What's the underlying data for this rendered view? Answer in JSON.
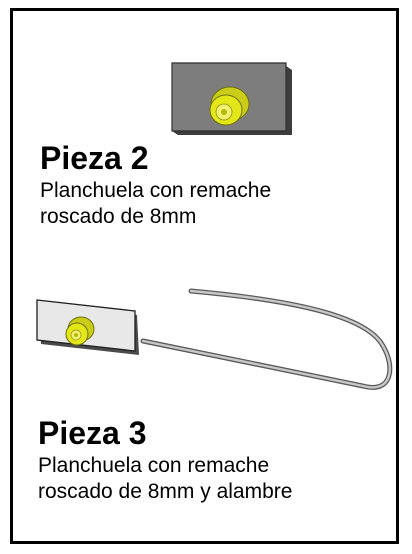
{
  "pieces": [
    {
      "title": "Pieza 2",
      "desc_line1": "Planchuela con remache",
      "desc_line2": "roscado de 8mm",
      "icon": "plate-with-threaded-rivet"
    },
    {
      "title": "Pieza 3",
      "desc_line1": "Planchuela con remache",
      "desc_line2": "roscado de 8mm y alambre",
      "icon": "plate-with-threaded-rivet-and-wire"
    }
  ],
  "colors": {
    "border": "#000000",
    "rivet": "#e3e617",
    "plate_dark": "#7d7d7d",
    "plate_light": "#e8e8e8",
    "wire": "#9a9a9a"
  }
}
